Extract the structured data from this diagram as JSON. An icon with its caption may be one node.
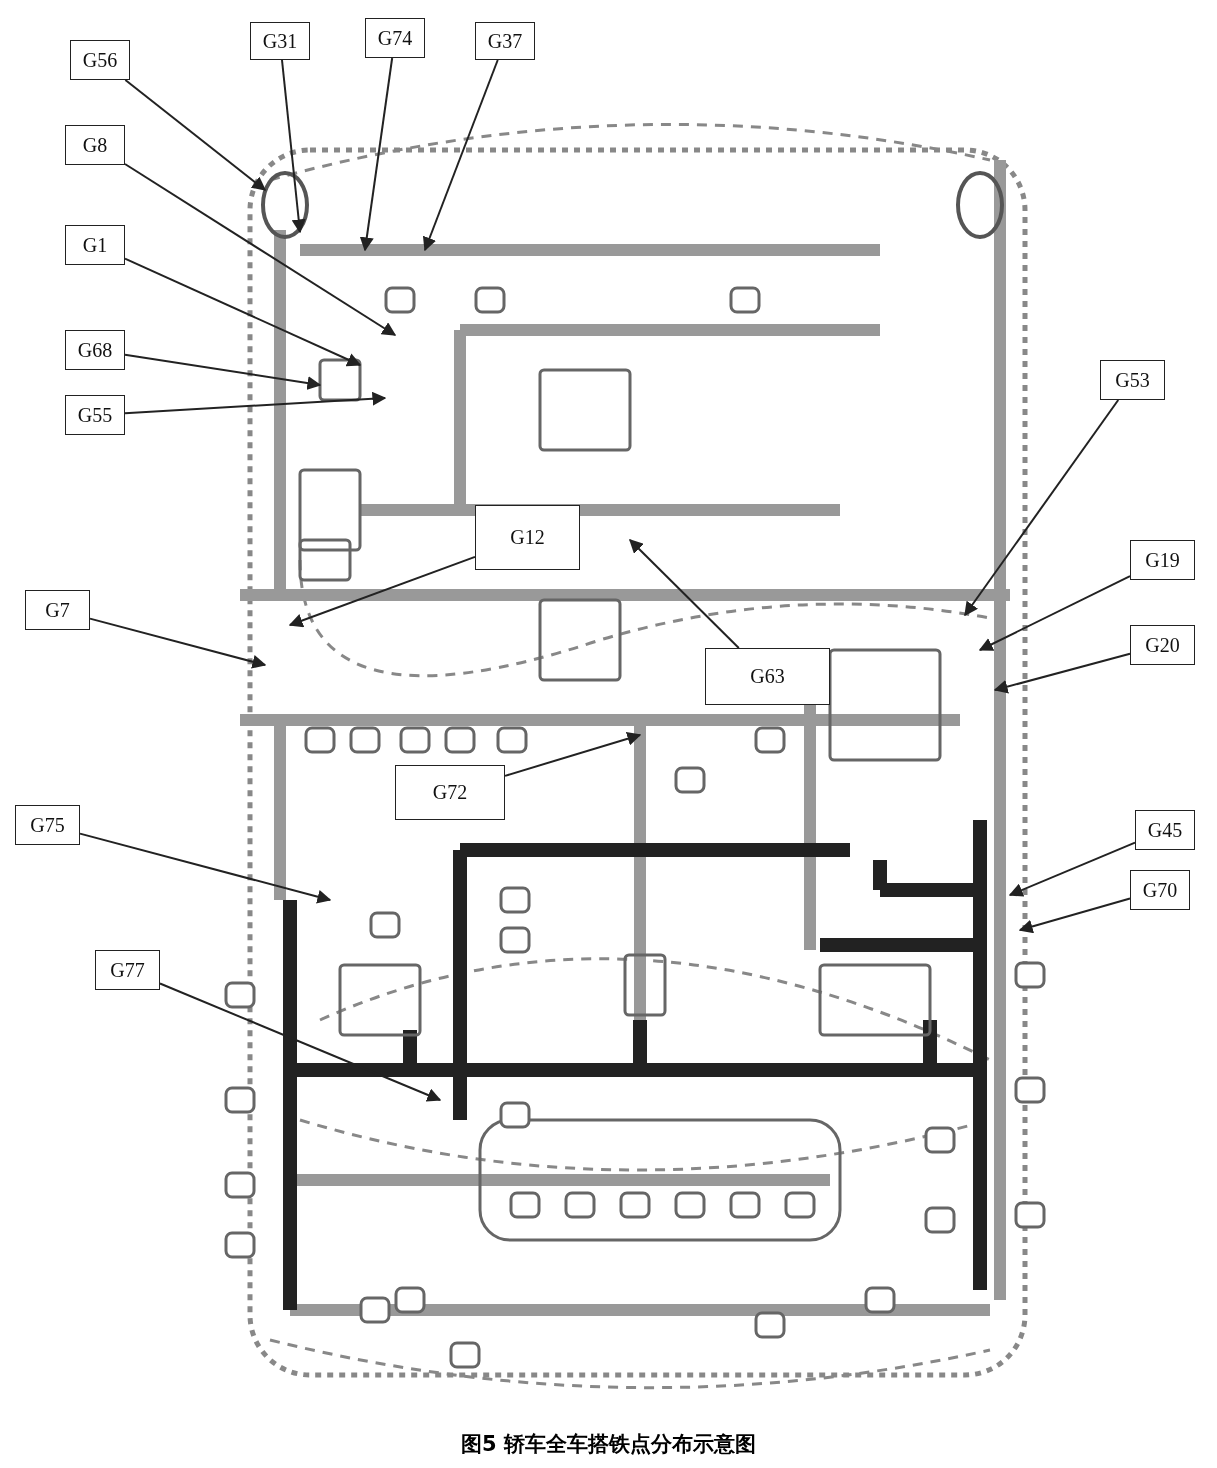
{
  "diagram": {
    "caption": "图5 轿车全车搭铁点分布示意图",
    "nodes": [
      {
        "text": [
          "G56"
        ]
      },
      {
        "text": [
          "G31"
        ]
      },
      {
        "text": [
          "G74"
        ]
      },
      {
        "text": [
          "G37"
        ]
      },
      {
        "text": [
          "G8"
        ]
      },
      {
        "text": [
          "G1"
        ]
      },
      {
        "text": [
          "G68"
        ]
      },
      {
        "text": [
          "G55"
        ]
      },
      {
        "text": [
          "G53"
        ]
      },
      {
        "text": [
          "G12"
        ]
      },
      {
        "text": [
          "G19"
        ]
      },
      {
        "text": [
          "G7"
        ]
      },
      {
        "text": [
          "G20"
        ]
      },
      {
        "text": [
          "G63"
        ]
      },
      {
        "text": [
          "G72"
        ]
      },
      {
        "text": [
          "G75"
        ]
      },
      {
        "text": [
          "G45"
        ]
      },
      {
        "text": [
          "G70"
        ]
      },
      {
        "text": [
          "G77"
        ]
      }
    ],
    "edges": [
      {
        "from": 0,
        "to": null,
        "arrow": "to"
      },
      {
        "from": 1,
        "to": null,
        "arrow": "to"
      },
      {
        "from": 2,
        "to": null,
        "arrow": "to"
      },
      {
        "from": 3,
        "to": null,
        "arrow": "to"
      },
      {
        "from": 4,
        "to": null,
        "arrow": "to"
      },
      {
        "from": 5,
        "to": null,
        "arrow": "to"
      },
      {
        "from": 6,
        "to": null,
        "arrow": "to"
      },
      {
        "from": 7,
        "to": null,
        "arrow": "to"
      },
      {
        "from": 8,
        "to": null,
        "arrow": "to"
      },
      {
        "from": 9,
        "to": null,
        "arrow": "to"
      },
      {
        "from": 10,
        "to": null,
        "arrow": "to"
      },
      {
        "from": 11,
        "to": null,
        "arrow": "to"
      },
      {
        "from": 12,
        "to": null,
        "arrow": "to"
      },
      {
        "from": 13,
        "to": null,
        "arrow": "to"
      },
      {
        "from": 14,
        "to": null,
        "arrow": "to"
      },
      {
        "from": 15,
        "to": null,
        "arrow": "to"
      },
      {
        "from": 16,
        "to": null,
        "arrow": "to"
      },
      {
        "from": 17,
        "to": null,
        "arrow": "to"
      },
      {
        "from": 18,
        "to": null,
        "arrow": "to"
      }
    ]
  }
}
